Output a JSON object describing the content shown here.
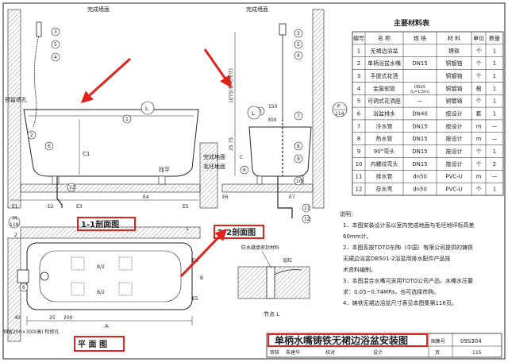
{
  "labels": {
    "wall_top_left": "完成墙面",
    "wall_top_mid": "完成墙面",
    "reserved_hole": "预留墙孔",
    "floor_finish": "完成地面",
    "rough_floor": "毛坯地面",
    "leveling": "找平",
    "sec1": "1-1剖面图",
    "sec2": "2-2剖面图",
    "plan": "平 面 图",
    "waterproof_note": "防水缝填密封材料",
    "wall_surface_small": "浴缸",
    "node_l": "节点 L",
    "inspection_hole": "预留200×300(高)\n检修孔",
    "dim_1075": "1075(参考尺寸)",
    "dim_150": "150",
    "dim_300": "300",
    "dim_l_label": "L",
    "dim_p_label": "P",
    "dim_p_page": "114",
    "dim_m_label": "M",
    "dim_m_page": "119",
    "dim_c1": "C1",
    "dim_c": "C",
    "dim_b": "B",
    "dim_a": "A",
    "dim_e1": "E1",
    "dim_e2": "E2",
    "dim_e3": "E3",
    "dim_e4": "E4",
    "dim_e5": "E5",
    "dim_e6": "E6",
    "dim_e7": "E7",
    "dim_e8": "E8",
    "dim_b2": "B/2",
    "dim_25": "25",
    "dim_40": "40",
    "dim_200": "200",
    "dim_2575": "25 75",
    "section_1": "1",
    "section_2": "2"
  },
  "table": {
    "title": "主要材料表",
    "headers": [
      "编号",
      "名 称",
      "规 格",
      "材 料",
      "单位",
      "数量"
    ],
    "rows": [
      [
        "1",
        "无裙边浴盆",
        "",
        "铸铁",
        "个",
        "1"
      ],
      [
        "2",
        "单柄浴盆水嘴",
        "DN15",
        "铜镀铬",
        "个",
        "1"
      ],
      [
        "3",
        "手提式花洒",
        "",
        "铜镀铬",
        "个",
        "1"
      ],
      [
        "4",
        "金属软管",
        "DN15\n(L=1.5m)",
        "铜镀铬",
        "根",
        "1"
      ],
      [
        "5",
        "可调式花洒座",
        "—",
        "铜镀铬",
        "个",
        "1"
      ],
      [
        "6",
        "浴盆排水",
        "DN40",
        "按设计",
        "套",
        "1"
      ],
      [
        "7",
        "冷水管",
        "DN15",
        "按设计",
        "m",
        "—"
      ],
      [
        "8",
        "热水管",
        "DN15",
        "按设计",
        "m",
        "—"
      ],
      [
        "9",
        "90°弯头",
        "DN15",
        "按设计",
        "个",
        "1"
      ],
      [
        "10",
        "内螺纹弯头",
        "DN15",
        "按设计",
        "个",
        "2"
      ],
      [
        "11",
        "排水管",
        "dn50",
        "PVC-U",
        "m",
        "—"
      ],
      [
        "12",
        "存水弯",
        "dn50",
        "PVC-U",
        "个",
        "1"
      ]
    ]
  },
  "notes": {
    "title": "说明：",
    "items": [
      "1．本图安装设计系以室内完成地面与毛坯地坪标高差",
      "60mm计。",
      "2．本图系按TOTO东陶（中国）有限公司提供的铸铁",
      "无裙边浴盆DB501-2浴盆用排水配件产品技",
      "术资料编制。",
      "3．本图混合水嘴可采用TOTO公司产品，水嘴水压要",
      "求：0.05~0.74MPa，也可选择市购。",
      "4．铸铁无裙边浴盆尺寸表见本图集第116页。"
    ]
  },
  "title_block": {
    "main_title": "单柄水嘴铸铁无裙边浴盆安装图",
    "atlas_label": "图集号",
    "atlas_no": "09S304",
    "review_label": "审核",
    "reviewer": "朱建华",
    "check_label": "校对",
    "design_label": "设计",
    "page_label": "页",
    "page_no": "115"
  },
  "colors": {
    "annotation_red": "#e0241b",
    "line": "#222222",
    "hatch": "#555555"
  }
}
